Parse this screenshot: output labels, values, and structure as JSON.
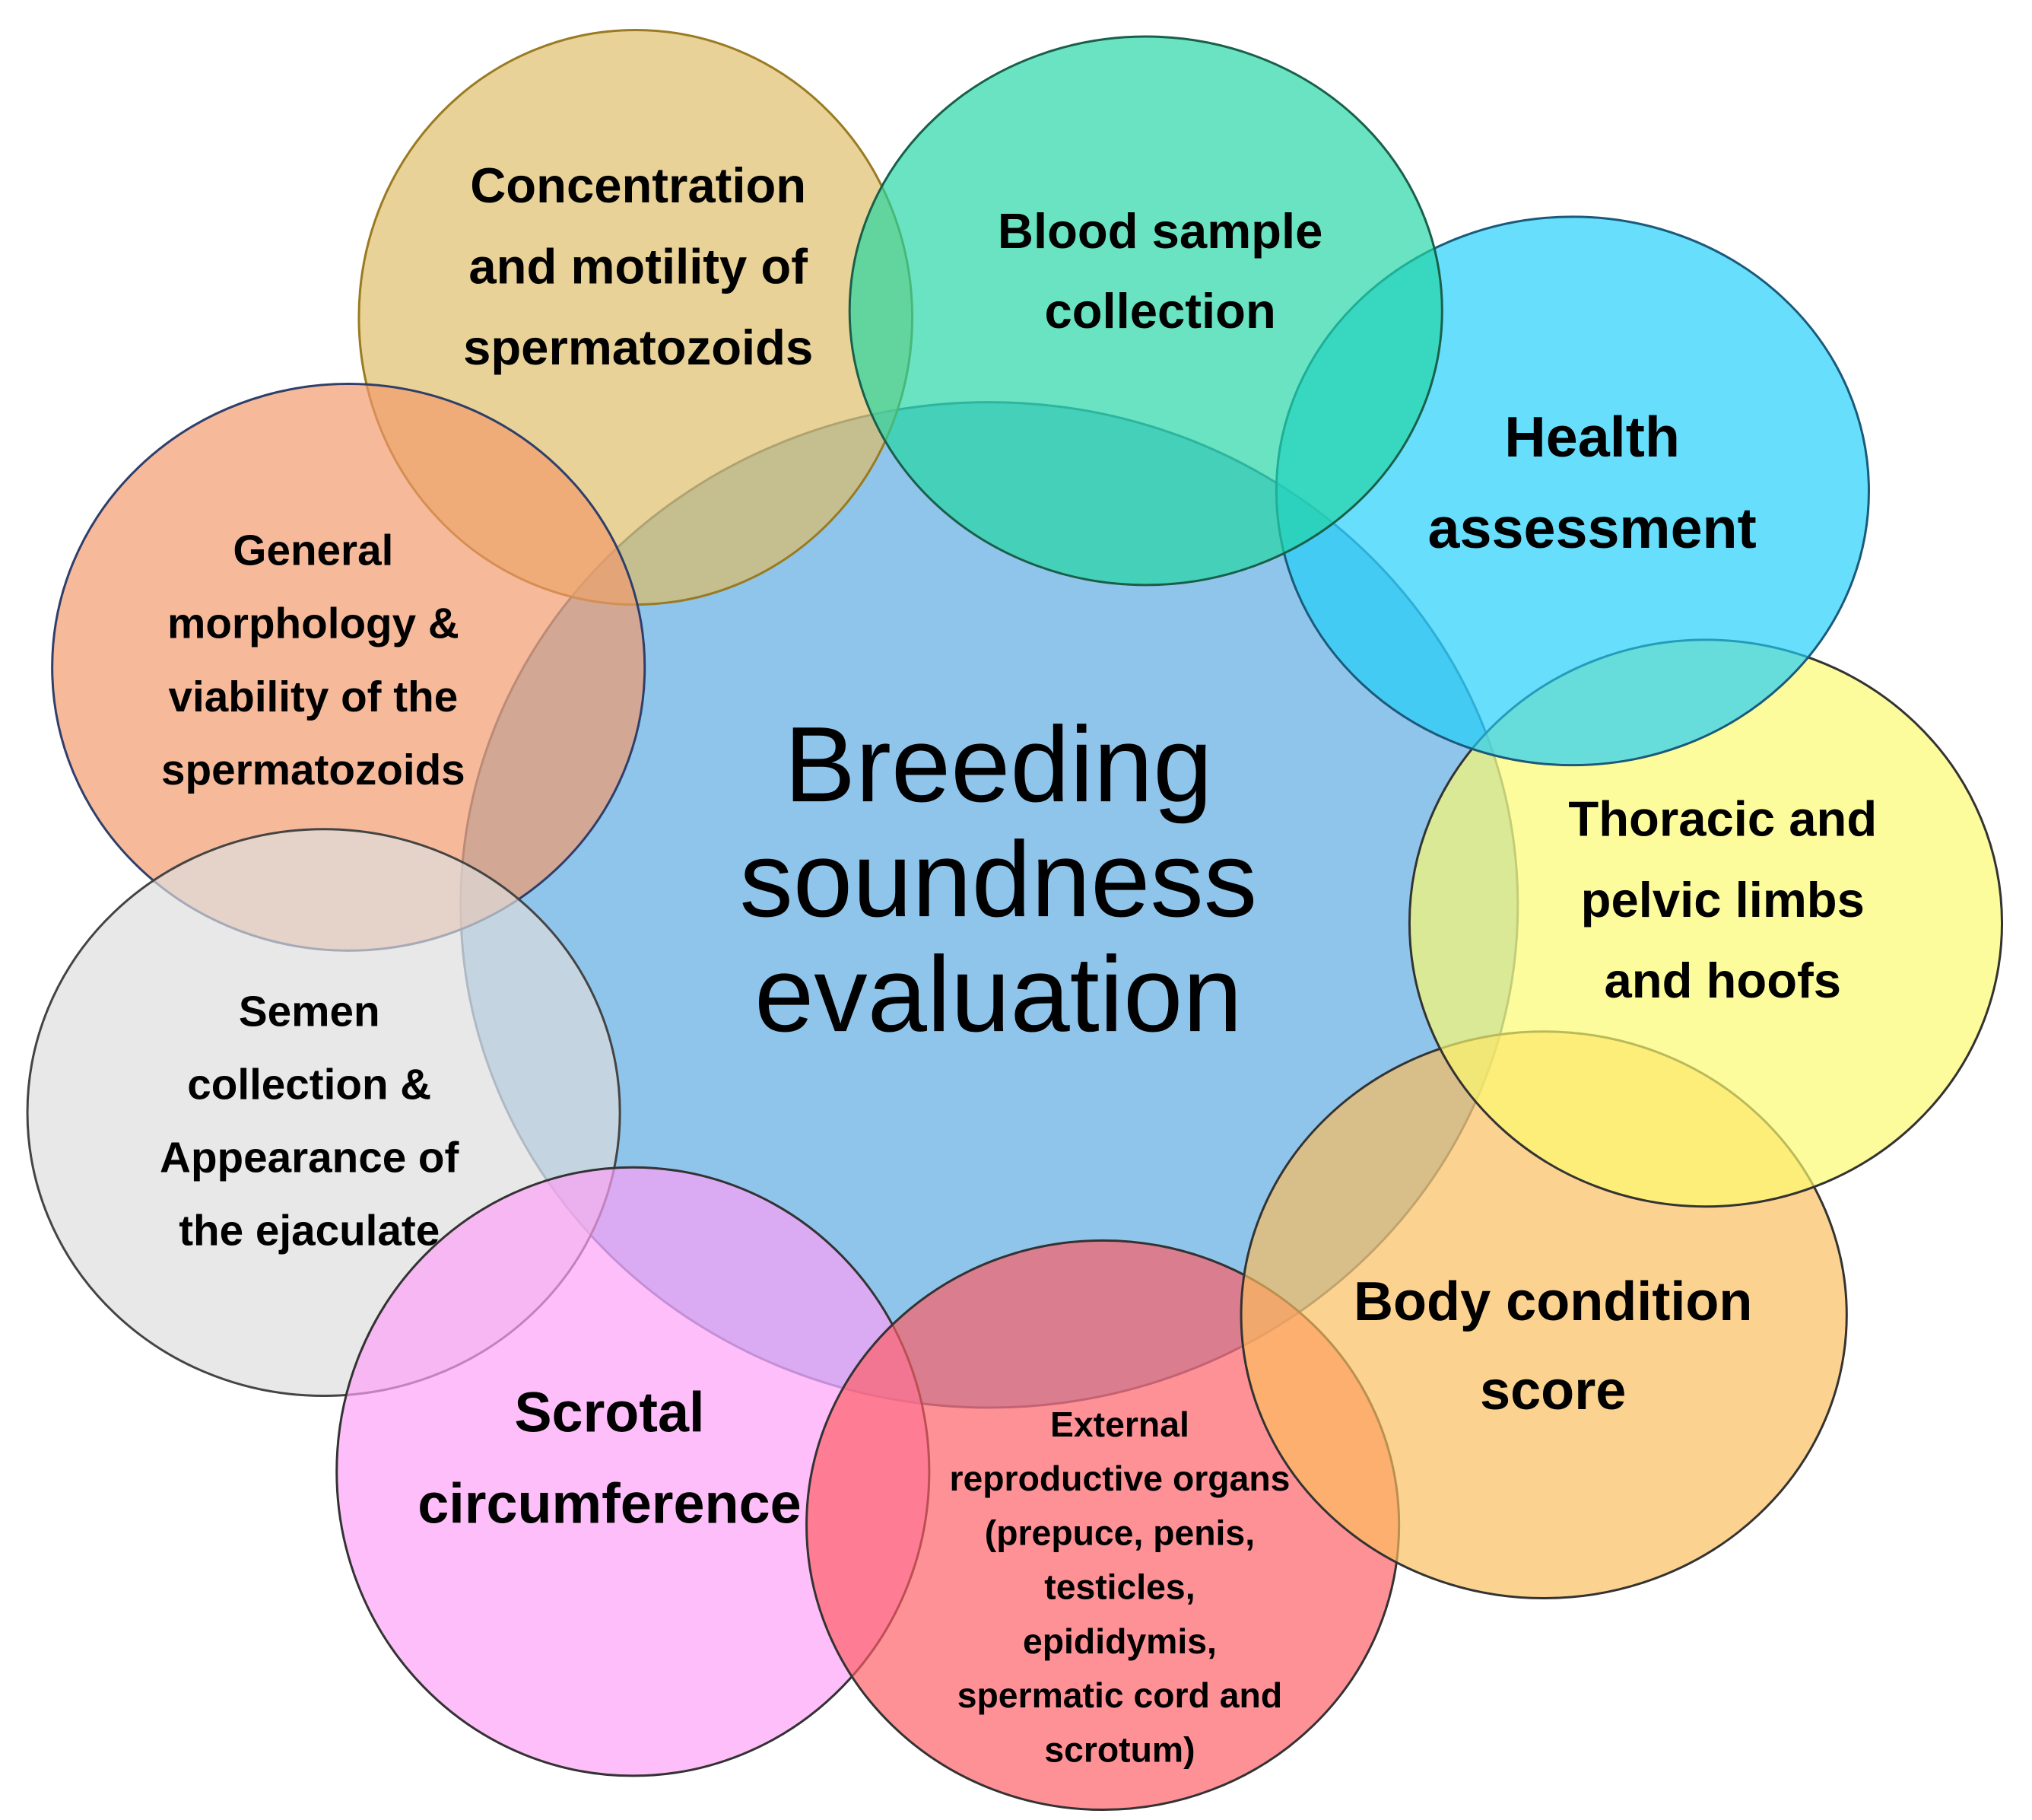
{
  "diagram": {
    "center": {
      "lines": [
        "Breeding",
        "soundness",
        "evaluation"
      ],
      "fill": "#5aa9e0",
      "stroke": "#4b6f8f"
    },
    "circles": [
      {
        "id": "concentration",
        "lines": [
          "Concentration",
          "and motility of",
          "spermatozoids"
        ],
        "fill": "#dfbd65",
        "stroke": "#9a7a22"
      },
      {
        "id": "blood-sample",
        "lines": [
          "Blood sample",
          "collection"
        ],
        "fill": "#22d6a3",
        "stroke": "#1a5f4a"
      },
      {
        "id": "health",
        "lines": [
          "Health",
          "assessment"
        ],
        "fill": "#1fcff9",
        "stroke": "#1b5a7a"
      },
      {
        "id": "limbs",
        "lines": [
          "Thoracic and",
          "pelvic limbs",
          "and hoofs"
        ],
        "fill": "#fcfb6e",
        "stroke": "#333333"
      },
      {
        "id": "body-condition",
        "lines": [
          "Body condition",
          "score"
        ],
        "fill": "#fbbd5b",
        "stroke": "#333333"
      },
      {
        "id": "external-organs",
        "lines": [
          "External",
          "reproductive organs",
          "(prepuce, penis,",
          "testicles,",
          "epididymis,",
          "spermatic cord and",
          "scrotum)"
        ],
        "fill": "#fd5d64",
        "stroke": "#333333"
      },
      {
        "id": "scrotal",
        "lines": [
          "Scrotal",
          "circumference"
        ],
        "fill": "#fd9ff6",
        "stroke": "#333333"
      },
      {
        "id": "semen",
        "lines": [
          "Semen",
          "collection &",
          "Appearance of",
          "the ejaculate"
        ],
        "fill": "#dddddd",
        "stroke": "#444444"
      },
      {
        "id": "morphology",
        "lines": [
          "General",
          "morphology &",
          "viability of the",
          "spermatozoids"
        ],
        "fill": "#f19a6b",
        "stroke": "#2f3f6a"
      }
    ]
  }
}
